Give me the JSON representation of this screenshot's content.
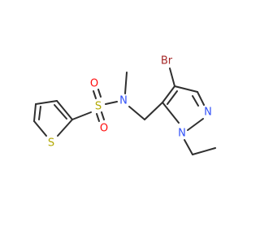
{
  "molecule": {
    "colors": {
      "bond": "#2f2f2f",
      "carbon": "#2f2f2f",
      "nitrogen": "#3050f8",
      "oxygen": "#ff0d0d",
      "sulfur": "#b2a800",
      "bromine": "#a62929"
    },
    "atoms": {
      "br": {
        "label": "Br",
        "element": "bromine"
      },
      "n_amide": {
        "label": "N",
        "element": "nitrogen"
      },
      "n_ring_2": {
        "label": "N",
        "element": "nitrogen"
      },
      "n_ring_1": {
        "label": "N",
        "element": "nitrogen"
      },
      "s_sulfonyl": {
        "label": "S",
        "element": "sulfur"
      },
      "s_thiophene": {
        "label": "S",
        "element": "sulfur"
      },
      "o_top": {
        "label": "O",
        "element": "oxygen"
      },
      "o_bottom": {
        "label": "O",
        "element": "oxygen"
      }
    }
  }
}
